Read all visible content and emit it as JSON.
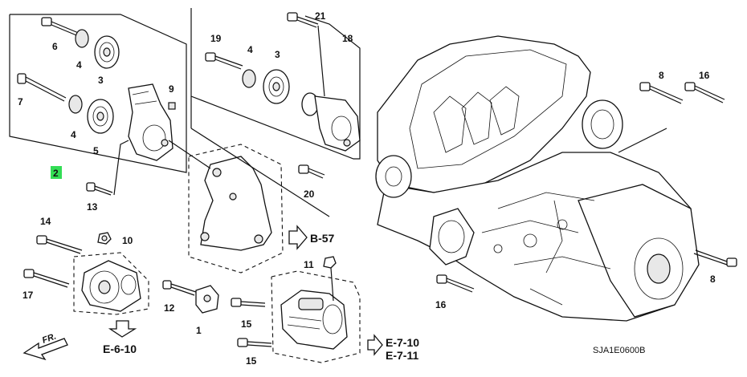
{
  "diagram": {
    "callouts": [
      {
        "id": "c6",
        "label": "6"
      },
      {
        "id": "c4a",
        "label": "4"
      },
      {
        "id": "c3a",
        "label": "3"
      },
      {
        "id": "c9",
        "label": "9"
      },
      {
        "id": "c7",
        "label": "7"
      },
      {
        "id": "c4b",
        "label": "4"
      },
      {
        "id": "c5",
        "label": "5"
      },
      {
        "id": "c2",
        "label": "2"
      },
      {
        "id": "c13",
        "label": "13"
      },
      {
        "id": "c21",
        "label": "21"
      },
      {
        "id": "c19",
        "label": "19"
      },
      {
        "id": "c4c",
        "label": "4"
      },
      {
        "id": "c3b",
        "label": "3"
      },
      {
        "id": "c18",
        "label": "18"
      },
      {
        "id": "c20",
        "label": "20"
      },
      {
        "id": "c14",
        "label": "14"
      },
      {
        "id": "c10",
        "label": "10"
      },
      {
        "id": "c17",
        "label": "17"
      },
      {
        "id": "c12",
        "label": "12"
      },
      {
        "id": "c1",
        "label": "1"
      },
      {
        "id": "c11",
        "label": "11"
      },
      {
        "id": "c15a",
        "label": "15"
      },
      {
        "id": "c15b",
        "label": "15"
      },
      {
        "id": "c8a",
        "label": "8"
      },
      {
        "id": "c16a",
        "label": "16"
      },
      {
        "id": "c8b",
        "label": "8"
      },
      {
        "id": "c16b",
        "label": "16"
      }
    ],
    "references": {
      "b57": "B-57",
      "e610": "E-6-10",
      "e710": "E-7-10",
      "e711": "E-7-11"
    },
    "front_label": "FR.",
    "drawing_code": "SJA1E0600B",
    "highlight_color": "#33dd55"
  }
}
